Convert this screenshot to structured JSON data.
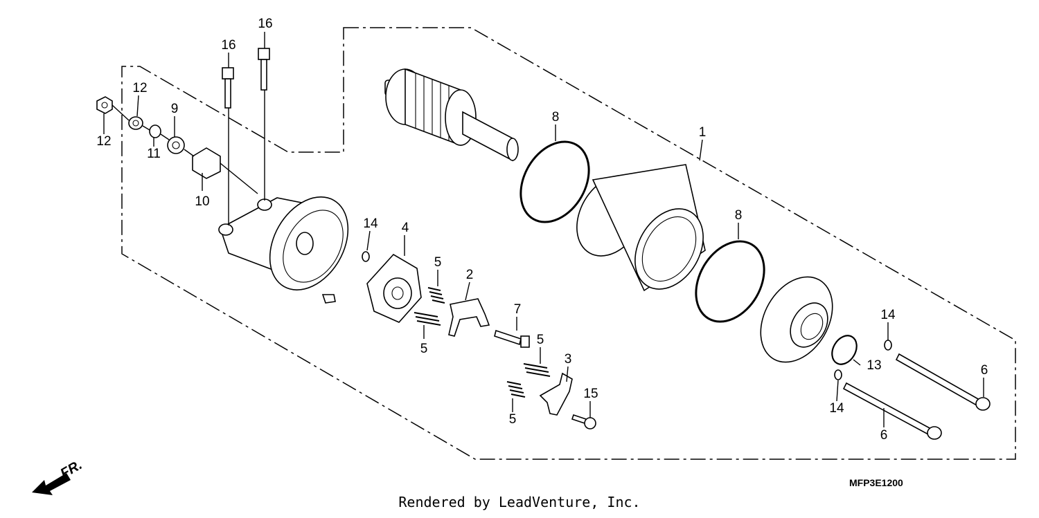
{
  "diagram": {
    "callouts": [
      {
        "id": "c1",
        "label": "1"
      },
      {
        "id": "c2",
        "label": "2"
      },
      {
        "id": "c3",
        "label": "3"
      },
      {
        "id": "c4",
        "label": "4"
      },
      {
        "id": "c5a",
        "label": "5"
      },
      {
        "id": "c5b",
        "label": "5"
      },
      {
        "id": "c5c",
        "label": "5"
      },
      {
        "id": "c5d",
        "label": "5"
      },
      {
        "id": "c6a",
        "label": "6"
      },
      {
        "id": "c6b",
        "label": "6"
      },
      {
        "id": "c7",
        "label": "7"
      },
      {
        "id": "c8a",
        "label": "8"
      },
      {
        "id": "c8b",
        "label": "8"
      },
      {
        "id": "c9",
        "label": "9"
      },
      {
        "id": "c10",
        "label": "10"
      },
      {
        "id": "c11",
        "label": "11"
      },
      {
        "id": "c12a",
        "label": "12"
      },
      {
        "id": "c12b",
        "label": "12"
      },
      {
        "id": "c13",
        "label": "13"
      },
      {
        "id": "c14a",
        "label": "14"
      },
      {
        "id": "c14b",
        "label": "14"
      },
      {
        "id": "c14c",
        "label": "14"
      },
      {
        "id": "c15",
        "label": "15"
      },
      {
        "id": "c16a",
        "label": "16"
      },
      {
        "id": "c16b",
        "label": "16"
      }
    ],
    "direction_label": "FR.",
    "diagram_code": "MFP3E1200",
    "credit": "Rendered by LeadVenture, Inc."
  }
}
